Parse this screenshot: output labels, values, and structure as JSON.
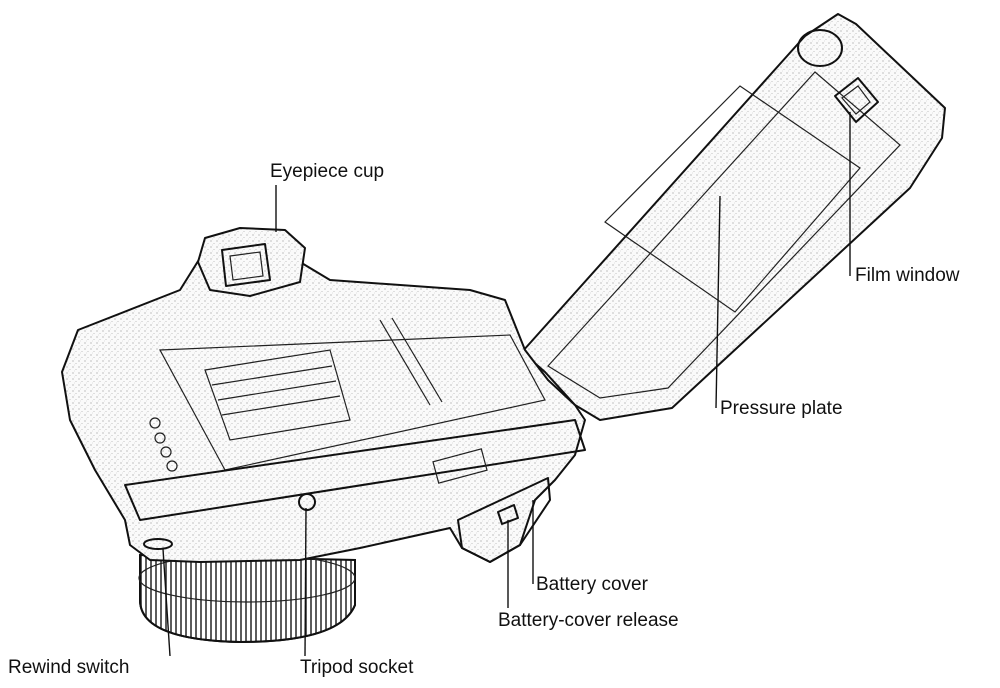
{
  "labels": {
    "eyepiece_cup": "Eyepiece cup",
    "film_window": "Film window",
    "pressure_plate": "Pressure plate",
    "battery_cover": "Battery cover",
    "battery_cover_release": "Battery-cover release",
    "rewind_switch": "Rewind switch",
    "tripod_socket": "Tripod socket"
  }
}
